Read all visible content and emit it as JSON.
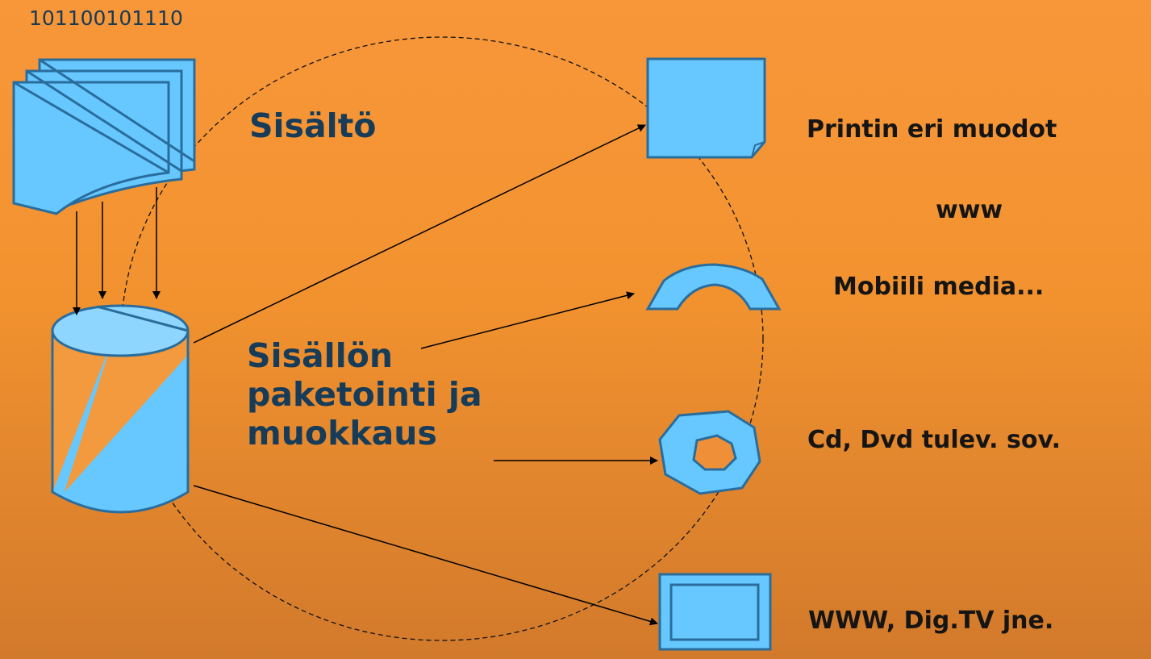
{
  "binary_code": "101100101110",
  "content_label": "Sisältö",
  "packaging_label_lines": [
    "Sisällön",
    "paketointi ja",
    "muokkaus"
  ],
  "outputs": [
    {
      "label": "Printin eri muodot",
      "icon": "paper-sheet-icon"
    },
    {
      "label": "www",
      "icon": ""
    },
    {
      "label": "Mobiili media...",
      "icon": "arch-icon"
    },
    {
      "label": "Cd, Dvd tulev. sov.",
      "icon": "disc-icon"
    },
    {
      "label": "WWW, Dig.TV jne.",
      "icon": "screen-icon"
    }
  ],
  "colors": {
    "background_top": "#f7973a",
    "background_bottom": "#d27a2c",
    "shape_fill": "#66c8ff",
    "shape_stroke": "#2a6d9c",
    "heading_text": "#163c59"
  }
}
